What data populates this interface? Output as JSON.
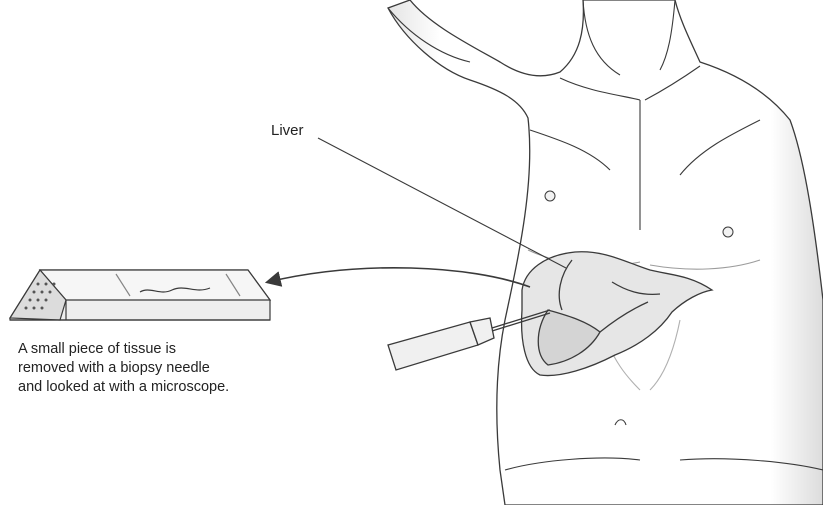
{
  "labels": {
    "organ": "Liver",
    "caption_lines": [
      "A small piece of tissue is",
      "removed with a biopsy needle",
      "and looked at with a microscope."
    ]
  },
  "colors": {
    "line": "#3a3a3a",
    "skin_shade": "#d8d8d8",
    "liver_fill": "#e6e6e6",
    "slide_fill": "#eeeeee",
    "background": "#ffffff"
  },
  "icons": {
    "slide": "microscope-slide",
    "needle": "biopsy-needle",
    "arrow": "curved-arrow"
  }
}
